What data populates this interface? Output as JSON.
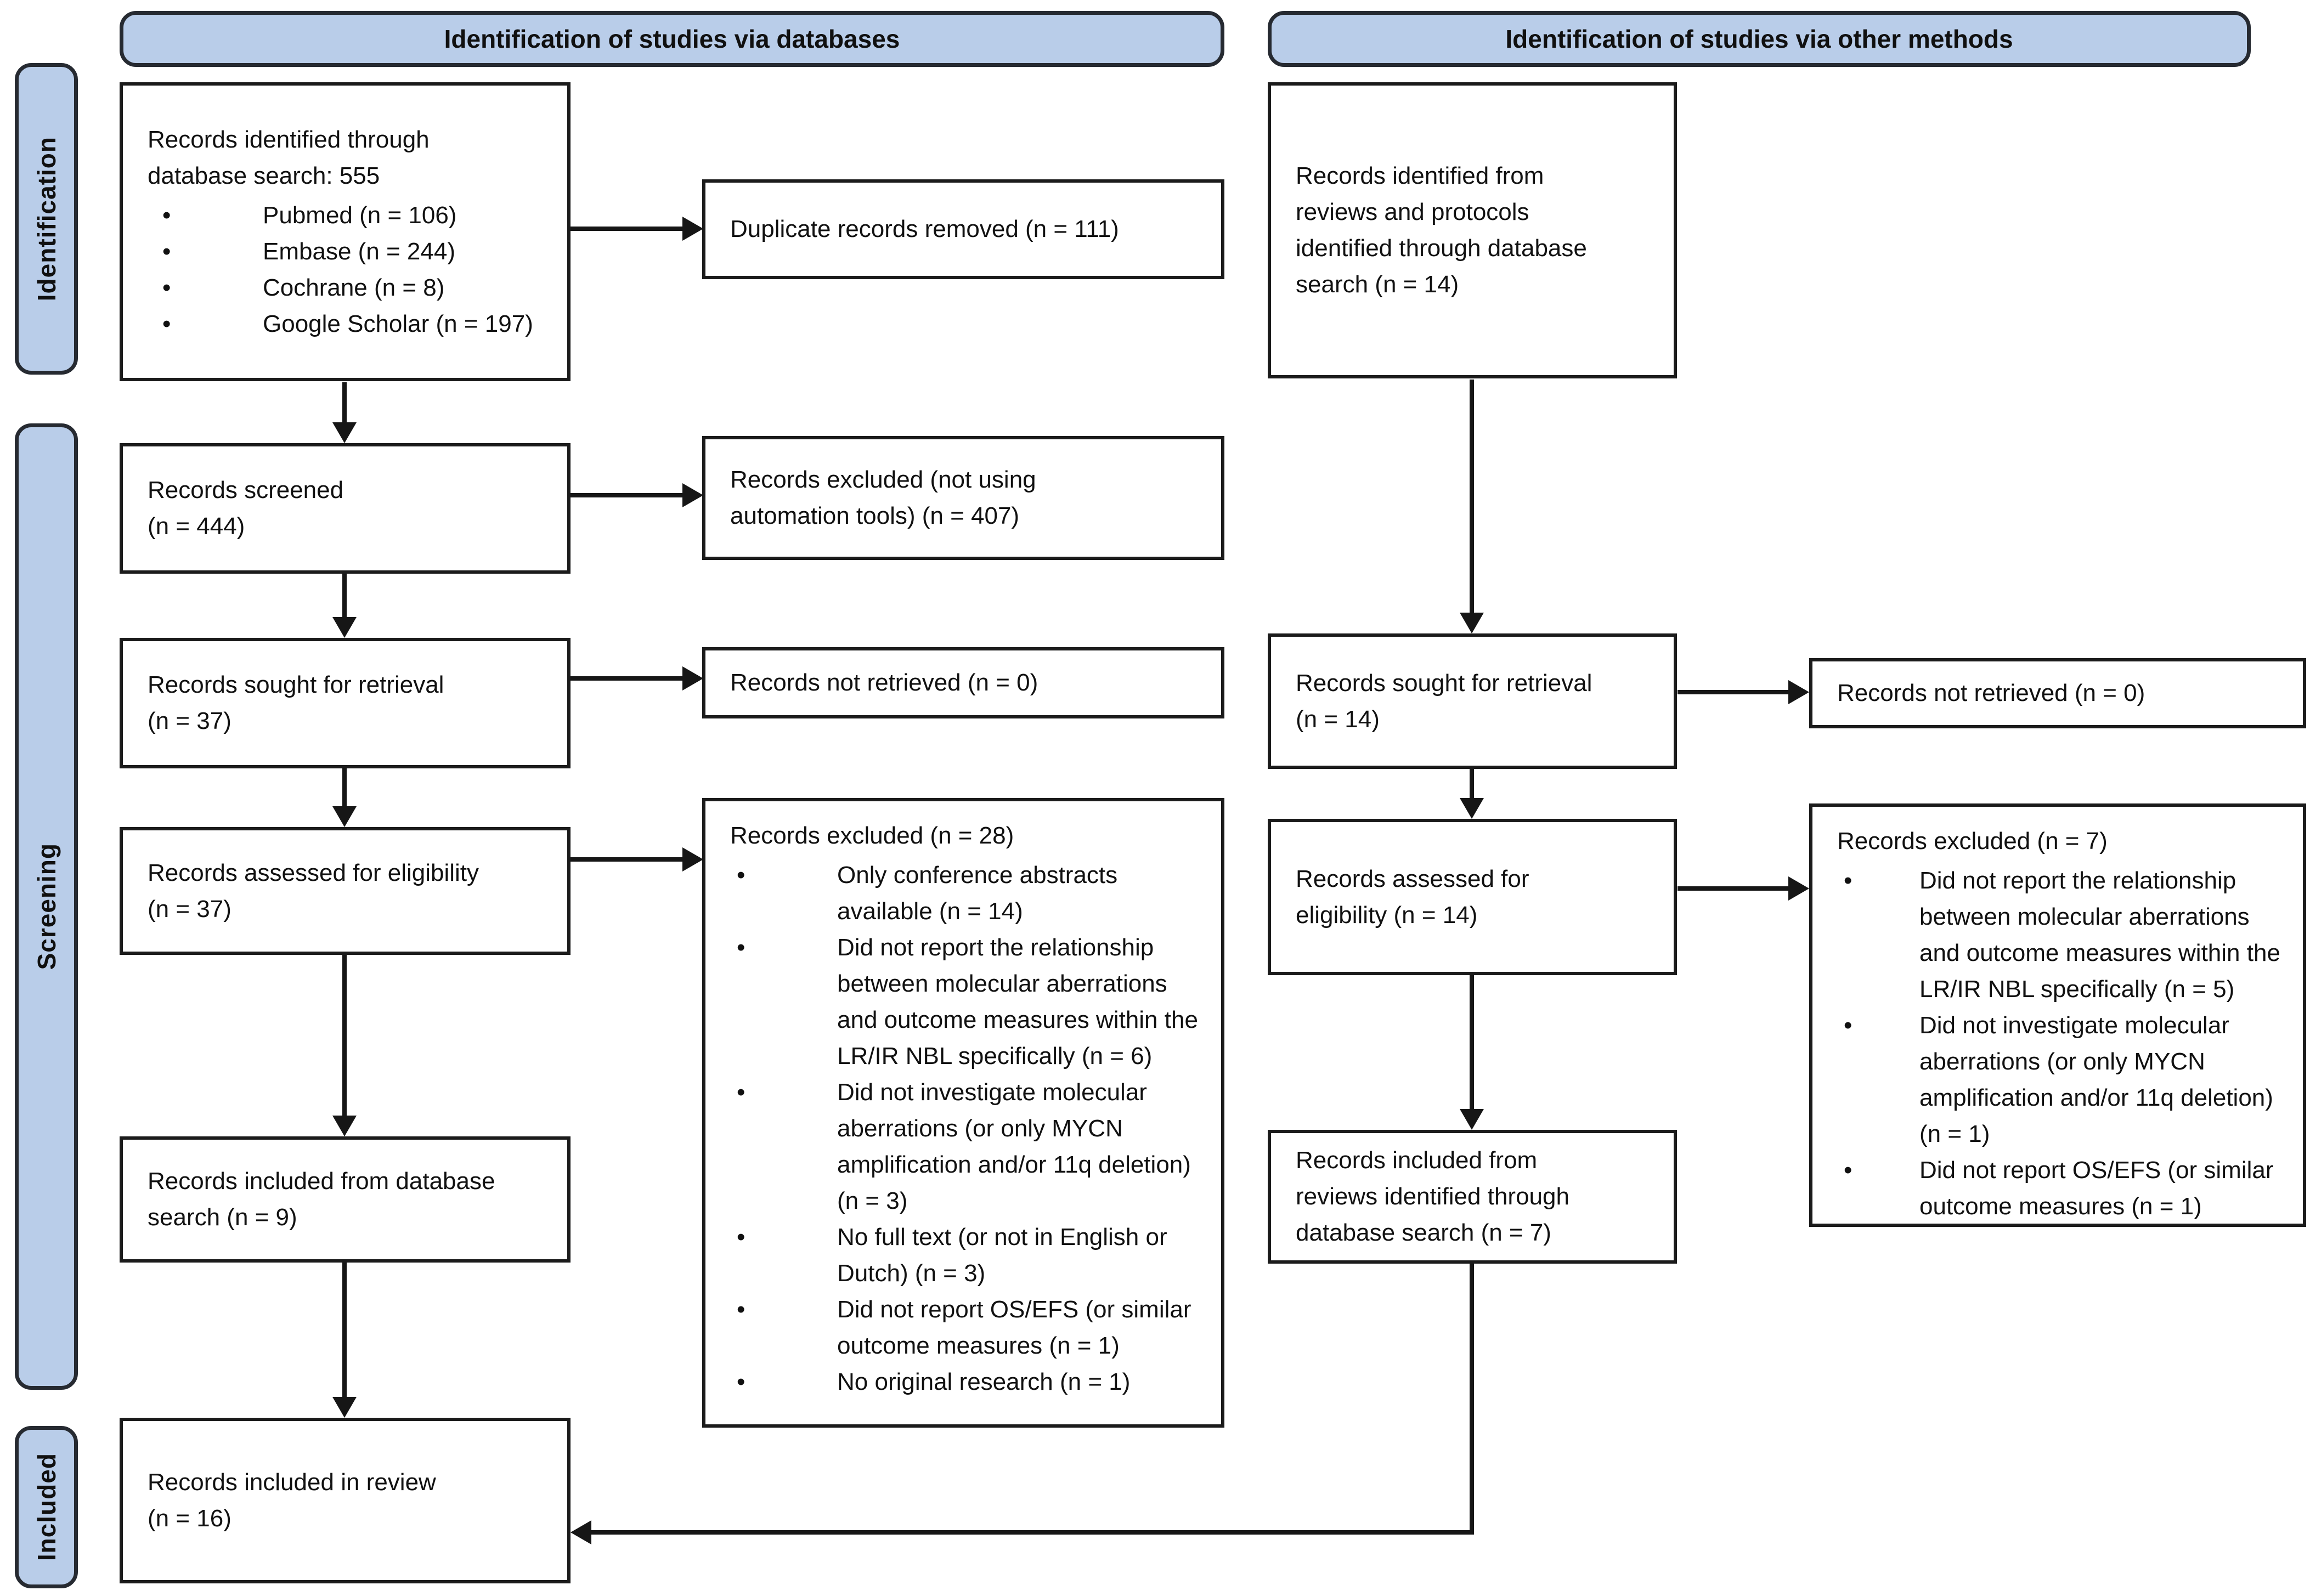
{
  "colors": {
    "band_fill": "#b9cde9",
    "band_border": "#262a31",
    "box_border": "#1b1b1b",
    "line": "#161616",
    "text": "#111111"
  },
  "headers": {
    "databases": "Identification of studies via databases",
    "other_methods": "Identification of studies via other methods"
  },
  "sidebar": {
    "identification": "Identification",
    "screening": "Screening",
    "included": "Included"
  },
  "db_column": {
    "identified": {
      "title": "Records identified through\ndatabase search: 555",
      "sources": [
        "Pubmed (n = 106)",
        "Embase (n = 244)",
        "Cochrane (n = 8)",
        "Google Scholar (n = 197)"
      ]
    },
    "duplicates_removed": "Duplicate records removed (n = 111)",
    "screened": "Records screened\n(n = 444)",
    "excluded_screening": "Records excluded (not using\nautomation tools) (n = 407)",
    "sought": "Records sought for retrieval\n(n = 37)",
    "not_retrieved": "Records not retrieved (n = 0)",
    "assessed": "Records assessed for eligibility\n(n = 37)",
    "excluded_eligibility": {
      "title": "Records excluded (n = 28)",
      "reasons": [
        "Only conference abstracts available (n = 14)",
        "Did not report the relationship between molecular aberrations and outcome measures within the LR/IR NBL specifically (n = 6)",
        "Did not investigate molecular aberrations (or only MYCN amplification and/or 11q deletion) (n = 3)",
        "No full text (or not in English or Dutch) (n = 3)",
        "Did not report OS/EFS (or similar outcome measures (n = 1)",
        "No original research (n = 1)"
      ]
    },
    "included_db": "Records included from database\nsearch (n = 9)",
    "included_review": "Records included in review\n(n = 16)"
  },
  "other_column": {
    "identified": "Records identified from\nreviews and protocols\nidentified through database\nsearch (n = 14)",
    "sought": "Records sought for retrieval\n(n = 14)",
    "not_retrieved": "Records not retrieved (n = 0)",
    "assessed": "Records assessed for\neligibility (n = 14)",
    "excluded_eligibility": {
      "title": "Records excluded (n = 7)",
      "reasons": [
        "Did not report the relationship between molecular aberrations and outcome measures within the LR/IR NBL specifically (n = 5)",
        "Did not investigate molecular aberrations (or only MYCN amplification and/or 11q deletion) (n = 1)",
        "Did not report OS/EFS (or similar outcome measures (n = 1)"
      ]
    },
    "included_reviews": "Records included from\nreviews identified through\ndatabase search (n = 7)"
  }
}
